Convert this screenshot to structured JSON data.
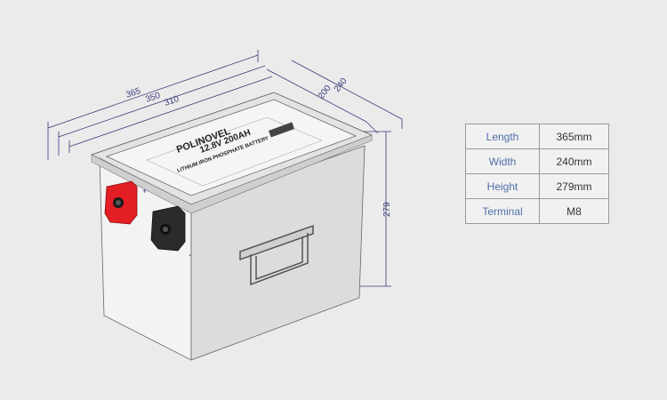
{
  "dimensions": {
    "length_outer": "365",
    "length_mid": "350",
    "length_inner": "310",
    "width_inner": "200",
    "width_outer": "240",
    "height": "279"
  },
  "label": {
    "brand": "POLINOVEL",
    "model": "12.8V 200AH",
    "type": "LITHIUM IRON PHOSPHATE BATTERY"
  },
  "terminals": {
    "positive_mark": "+",
    "negative_mark": "-"
  },
  "specs": [
    {
      "key": "Length",
      "value": "365mm"
    },
    {
      "key": "Width",
      "value": "240mm"
    },
    {
      "key": "Height",
      "value": "279mm"
    },
    {
      "key": "Terminal",
      "value": "M8"
    }
  ],
  "colors": {
    "positive_terminal": "#e31e24",
    "negative_terminal": "#2b2b2b",
    "dimension_lines": "#3a3a7a",
    "spec_key": "#4f6fa8"
  }
}
